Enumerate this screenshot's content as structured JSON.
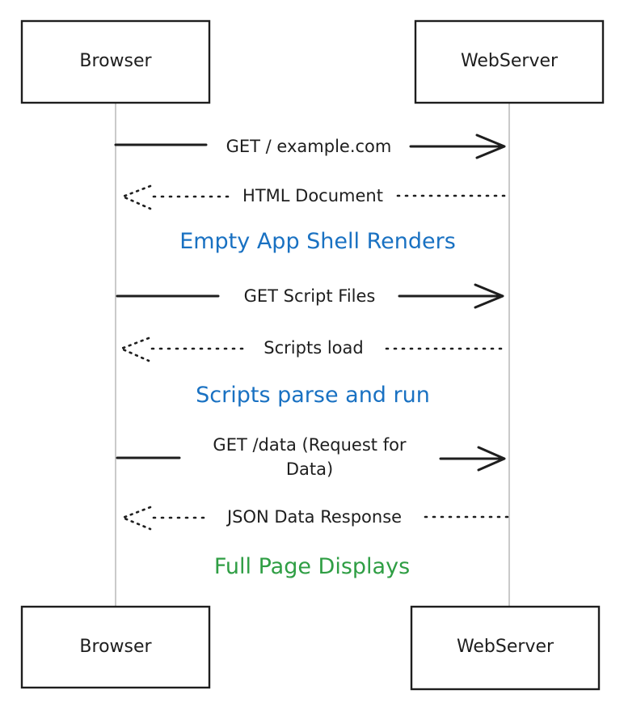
{
  "participants": {
    "browser": "Browser",
    "server": "WebServer"
  },
  "messages": {
    "m1": "GET / example.com",
    "m2": "HTML Document",
    "m3": "GET Script Files",
    "m4": "Scripts load",
    "m5_line1": "GET /data (Request for",
    "m5_line2": "Data)",
    "m6": "JSON Data Response"
  },
  "notes": {
    "n1": "Empty App Shell Renders",
    "n2": "Scripts parse and run",
    "n3": "Full Page Displays"
  },
  "colors": {
    "ink": "#1e1e1e",
    "note_blue": "#1971c2",
    "note_green": "#2f9e44",
    "lifeline": "#b8b8b8"
  }
}
